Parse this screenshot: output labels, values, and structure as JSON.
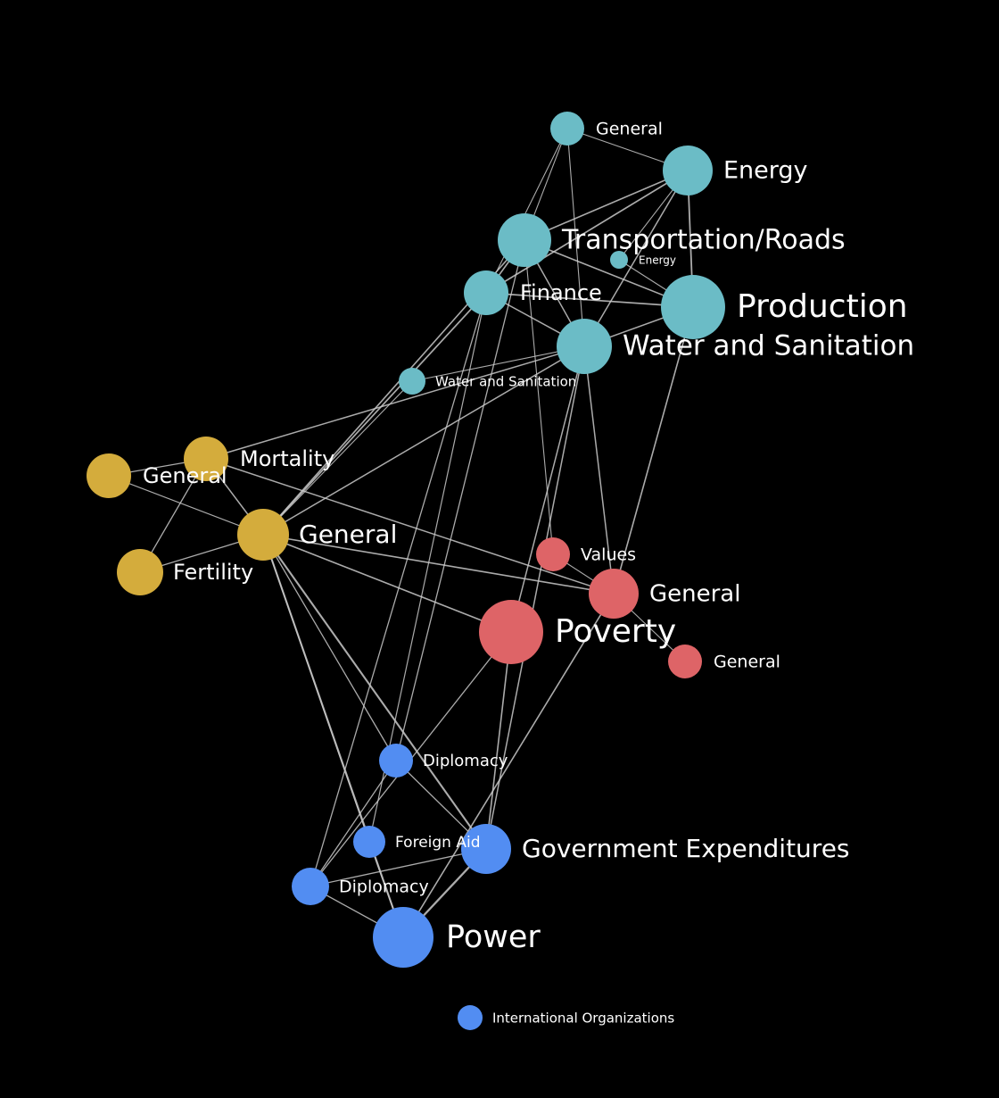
{
  "colors": {
    "background": "#000000",
    "teal": "#6bbcc6",
    "gold": "#d4ac3c",
    "red": "#de6467",
    "blue": "#528df2",
    "edge": "#c9c9c9"
  },
  "nodes": [
    {
      "id": "general-teal",
      "label": "General",
      "group": "teal"
    },
    {
      "id": "energy-large",
      "label": "Energy",
      "group": "teal"
    },
    {
      "id": "transportation-roads",
      "label": "Transportation/Roads",
      "group": "teal"
    },
    {
      "id": "energy-small",
      "label": "Energy",
      "group": "teal"
    },
    {
      "id": "finance",
      "label": "Finance",
      "group": "teal"
    },
    {
      "id": "production",
      "label": "Production",
      "group": "teal"
    },
    {
      "id": "water-sanitation-large",
      "label": "Water and Sanitation",
      "group": "teal"
    },
    {
      "id": "water-sanitation-small",
      "label": "Water and Sanitation",
      "group": "teal"
    },
    {
      "id": "general-gold-left",
      "label": "General",
      "group": "gold"
    },
    {
      "id": "mortality",
      "label": "Mortality",
      "group": "gold"
    },
    {
      "id": "general-gold-center",
      "label": "General",
      "group": "gold"
    },
    {
      "id": "fertility",
      "label": "Fertility",
      "group": "gold"
    },
    {
      "id": "values",
      "label": "Values",
      "group": "red"
    },
    {
      "id": "general-red",
      "label": "General",
      "group": "red"
    },
    {
      "id": "poverty",
      "label": "Poverty",
      "group": "red"
    },
    {
      "id": "general-red-small",
      "label": "General",
      "group": "red"
    },
    {
      "id": "diplomacy-upper",
      "label": "Diplomacy",
      "group": "blue"
    },
    {
      "id": "foreign-aid",
      "label": "Foreign Aid",
      "group": "blue"
    },
    {
      "id": "government-expenditures",
      "label": "Government Expenditures",
      "group": "blue"
    },
    {
      "id": "diplomacy-lower",
      "label": "Diplomacy",
      "group": "blue"
    },
    {
      "id": "power",
      "label": "Power",
      "group": "blue"
    },
    {
      "id": "international-organizations",
      "label": "International Organizations",
      "group": "blue"
    }
  ],
  "edges": [
    [
      "general-teal",
      "energy-large"
    ],
    [
      "general-teal",
      "transportation-roads"
    ],
    [
      "general-teal",
      "finance"
    ],
    [
      "general-teal",
      "water-sanitation-large"
    ],
    [
      "energy-large",
      "transportation-roads"
    ],
    [
      "energy-large",
      "finance"
    ],
    [
      "energy-large",
      "production"
    ],
    [
      "energy-large",
      "water-sanitation-large"
    ],
    [
      "energy-large",
      "energy-small"
    ],
    [
      "transportation-roads",
      "production"
    ],
    [
      "transportation-roads",
      "water-sanitation-large"
    ],
    [
      "transportation-roads",
      "finance"
    ],
    [
      "transportation-roads",
      "general-gold-center"
    ],
    [
      "transportation-roads",
      "values"
    ],
    [
      "transportation-roads",
      "diplomacy-upper"
    ],
    [
      "energy-small",
      "production"
    ],
    [
      "finance",
      "production"
    ],
    [
      "finance",
      "water-sanitation-large"
    ],
    [
      "finance",
      "general-gold-center"
    ],
    [
      "finance",
      "diplomacy-lower"
    ],
    [
      "finance",
      "foreign-aid"
    ],
    [
      "production",
      "water-sanitation-large"
    ],
    [
      "production",
      "general-red"
    ],
    [
      "water-sanitation-large",
      "mortality"
    ],
    [
      "water-sanitation-large",
      "general-gold-center"
    ],
    [
      "water-sanitation-large",
      "general-red"
    ],
    [
      "water-sanitation-large",
      "government-expenditures"
    ],
    [
      "water-sanitation-large",
      "poverty"
    ],
    [
      "water-sanitation-small",
      "general-gold-center"
    ],
    [
      "water-sanitation-small",
      "water-sanitation-large"
    ],
    [
      "general-gold-left",
      "mortality"
    ],
    [
      "general-gold-left",
      "general-gold-center"
    ],
    [
      "mortality",
      "general-gold-center"
    ],
    [
      "mortality",
      "fertility"
    ],
    [
      "mortality",
      "general-red"
    ],
    [
      "general-gold-center",
      "fertility"
    ],
    [
      "general-gold-center",
      "general-red"
    ],
    [
      "general-gold-center",
      "poverty"
    ],
    [
      "general-gold-center",
      "diplomacy-upper"
    ],
    [
      "general-gold-center",
      "foreign-aid"
    ],
    [
      "general-gold-center",
      "government-expenditures"
    ],
    [
      "general-gold-center",
      "power"
    ],
    [
      "general-red",
      "values"
    ],
    [
      "general-red",
      "general-red-small"
    ],
    [
      "general-red",
      "power"
    ],
    [
      "poverty",
      "government-expenditures"
    ],
    [
      "poverty",
      "diplomacy-lower"
    ],
    [
      "diplomacy-upper",
      "government-expenditures"
    ],
    [
      "diplomacy-upper",
      "diplomacy-lower"
    ],
    [
      "foreign-aid",
      "power"
    ],
    [
      "government-expenditures",
      "diplomacy-lower"
    ],
    [
      "government-expenditures",
      "power"
    ],
    [
      "diplomacy-lower",
      "power"
    ]
  ]
}
